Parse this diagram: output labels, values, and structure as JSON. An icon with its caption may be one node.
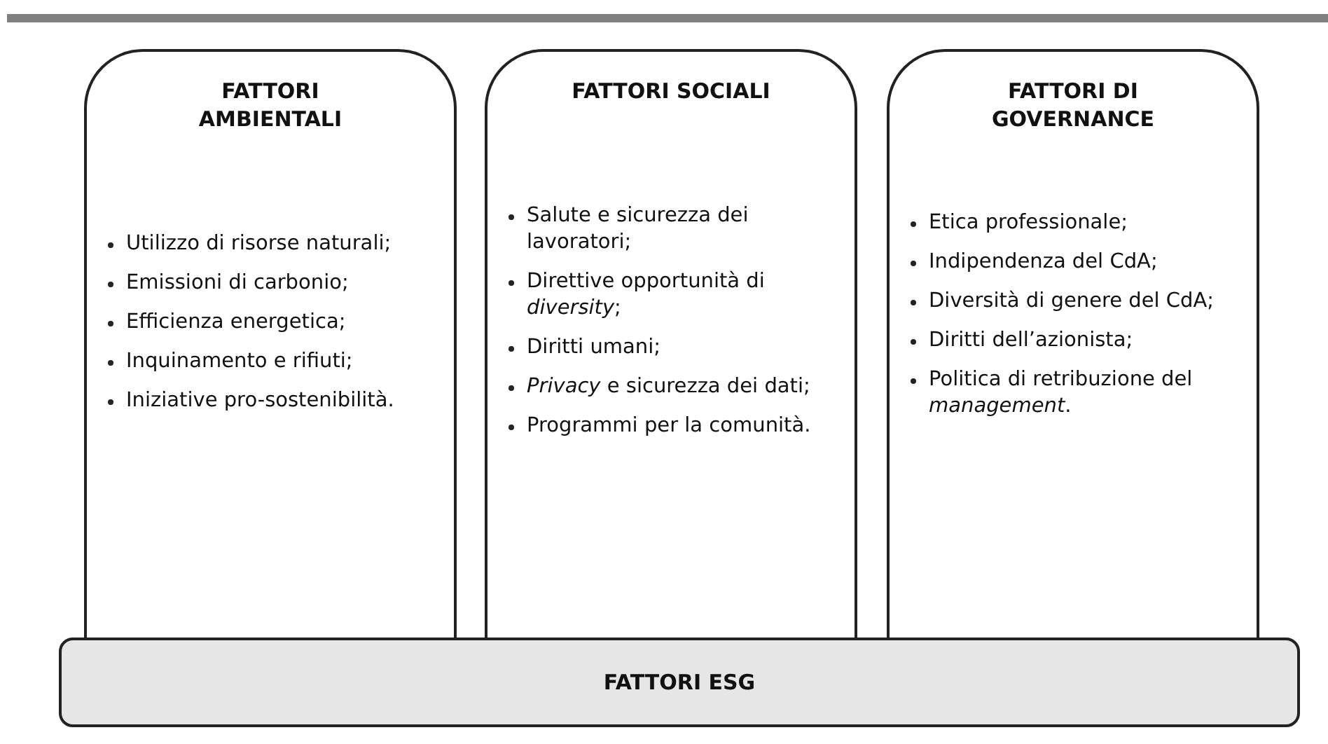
{
  "diagram": {
    "nodes": [
      {
        "text": [
          "FATTORI AMBIENTALI",
          "Utilizzo di risorse naturali;",
          "Emissioni di carbonio;",
          "Efficienza energetica;",
          "Inquinamento e rifiuti;",
          "Iniziative pro-sostenibilità."
        ]
      },
      {
        "text": [
          "FATTORI SOCIALI",
          "Salute e sicurezza dei lavoratori;",
          "Direttive opportunità di *diversity*;",
          "Diritti umani;",
          "*Privacy* e sicurezza dei dati;",
          "Programmi per la comunità."
        ]
      },
      {
        "text": [
          "FATTORI DI GOVERNANCE",
          "Etica professionale;",
          "Indipendenza del CdA;",
          "Diversità di genere del CdA;",
          "Diritti dell’azionista;",
          "Politica di retribuzione del *management*."
        ]
      },
      {
        "text": [
          "FATTORI ESG"
        ]
      }
    ]
  }
}
